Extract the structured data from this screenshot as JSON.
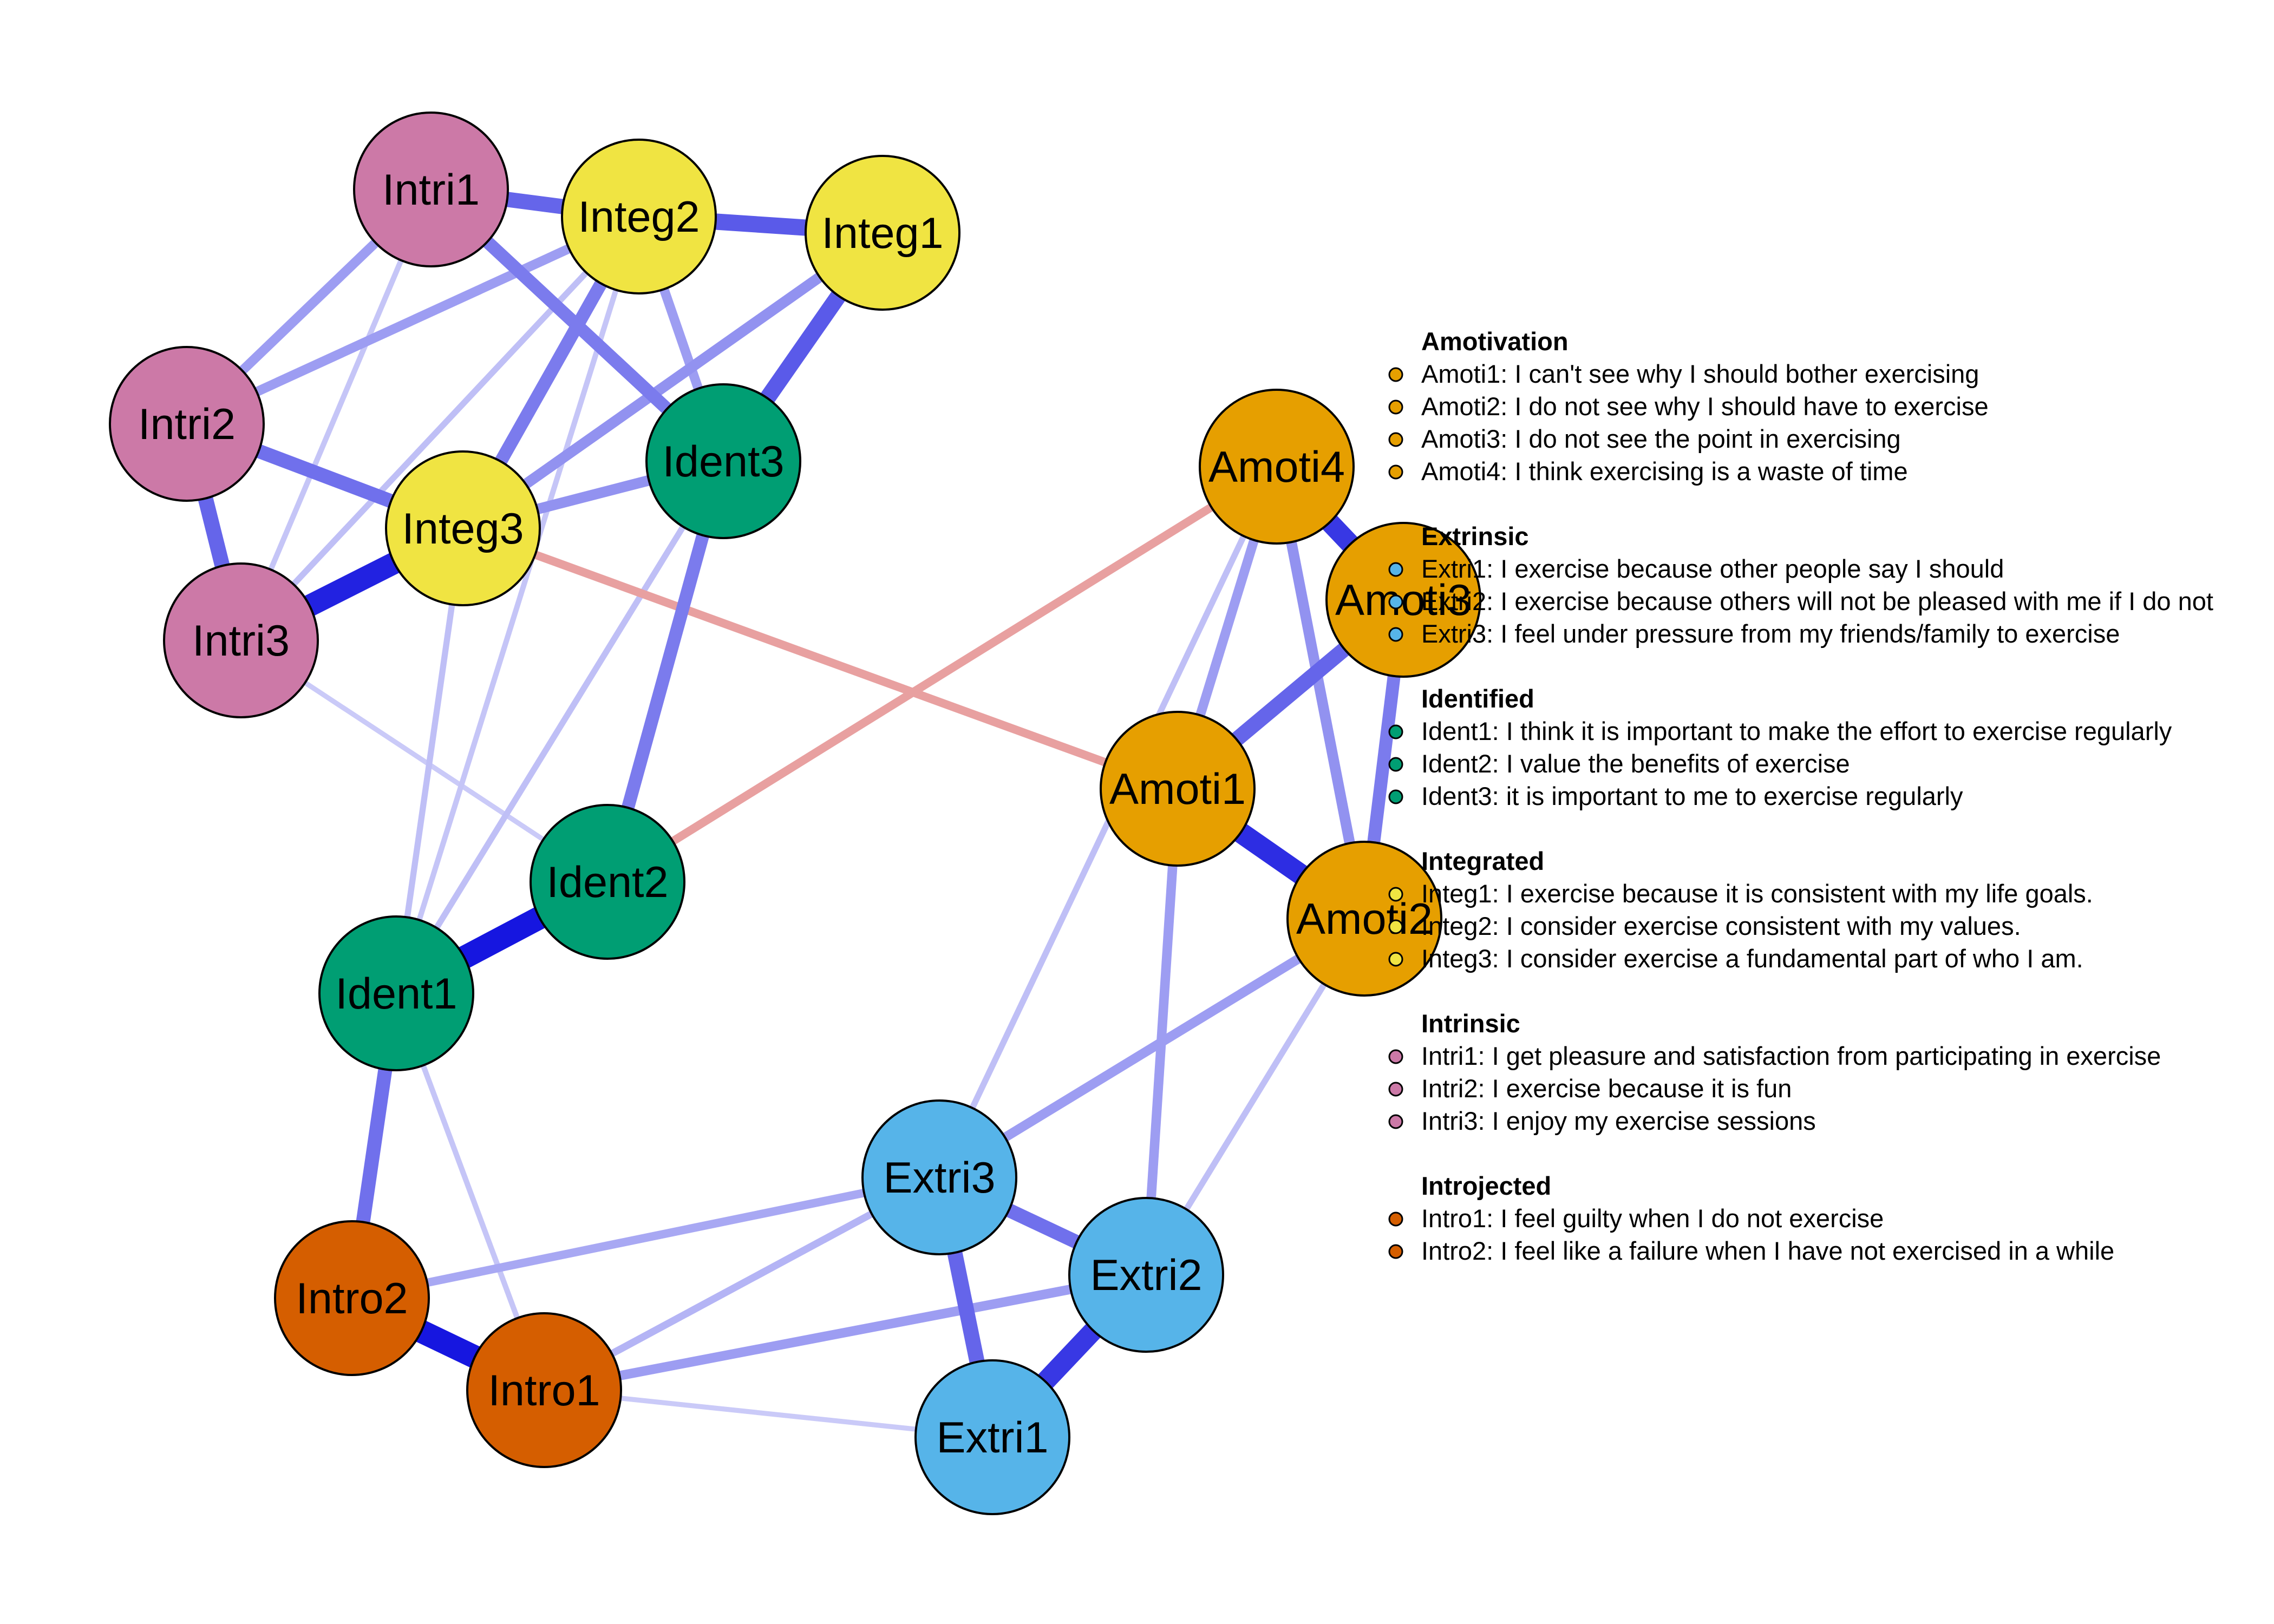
{
  "groups": [
    {
      "name": "Amotivation",
      "color": "#E69F00"
    },
    {
      "name": "Extrinsic",
      "color": "#56B4E9"
    },
    {
      "name": "Identified",
      "color": "#009E73"
    },
    {
      "name": "Integrated",
      "color": "#F0E442"
    },
    {
      "name": "Intrinsic",
      "color": "#CC79A7"
    },
    {
      "name": "Introjected",
      "color": "#D55E00"
    }
  ],
  "nodes": [
    {
      "id": "Amoti1",
      "group": "Amotivation"
    },
    {
      "id": "Amoti2",
      "group": "Amotivation"
    },
    {
      "id": "Amoti3",
      "group": "Amotivation"
    },
    {
      "id": "Amoti4",
      "group": "Amotivation"
    },
    {
      "id": "Extri1",
      "group": "Extrinsic"
    },
    {
      "id": "Extri2",
      "group": "Extrinsic"
    },
    {
      "id": "Extri3",
      "group": "Extrinsic"
    },
    {
      "id": "Ident1",
      "group": "Identified"
    },
    {
      "id": "Ident2",
      "group": "Identified"
    },
    {
      "id": "Ident3",
      "group": "Identified"
    },
    {
      "id": "Integ1",
      "group": "Integrated"
    },
    {
      "id": "Integ2",
      "group": "Integrated"
    },
    {
      "id": "Integ3",
      "group": "Integrated"
    },
    {
      "id": "Intri1",
      "group": "Intrinsic"
    },
    {
      "id": "Intri2",
      "group": "Intrinsic"
    },
    {
      "id": "Intri3",
      "group": "Intrinsic"
    },
    {
      "id": "Intro1",
      "group": "Introjected"
    },
    {
      "id": "Intro2",
      "group": "Introjected"
    }
  ],
  "edges": [
    {
      "from": "Intri1",
      "to": "Integ2",
      "weight": 0.55,
      "sign": "positive"
    },
    {
      "from": "Integ2",
      "to": "Integ1",
      "weight": 0.6,
      "sign": "positive"
    },
    {
      "from": "Intri1",
      "to": "Ident3",
      "weight": 0.45,
      "sign": "positive"
    },
    {
      "from": "Intri1",
      "to": "Intri2",
      "weight": 0.3,
      "sign": "positive"
    },
    {
      "from": "Intri1",
      "to": "Intri3",
      "weight": 0.12,
      "sign": "positive"
    },
    {
      "from": "Intri2",
      "to": "Integ2",
      "weight": 0.3,
      "sign": "positive"
    },
    {
      "from": "Intri2",
      "to": "Integ3",
      "weight": 0.5,
      "sign": "positive"
    },
    {
      "from": "Intri2",
      "to": "Intri3",
      "weight": 0.55,
      "sign": "positive"
    },
    {
      "from": "Intri3",
      "to": "Integ3",
      "weight": 0.85,
      "sign": "positive"
    },
    {
      "from": "Intri3",
      "to": "Integ2",
      "weight": 0.15,
      "sign": "positive"
    },
    {
      "from": "Intri3",
      "to": "Ident2",
      "weight": 0.1,
      "sign": "positive"
    },
    {
      "from": "Integ2",
      "to": "Integ3",
      "weight": 0.45,
      "sign": "positive"
    },
    {
      "from": "Integ2",
      "to": "Ident3",
      "weight": 0.3,
      "sign": "positive"
    },
    {
      "from": "Integ2",
      "to": "Ident1",
      "weight": 0.12,
      "sign": "positive"
    },
    {
      "from": "Integ1",
      "to": "Integ3",
      "weight": 0.35,
      "sign": "positive"
    },
    {
      "from": "Integ1",
      "to": "Ident3",
      "weight": 0.6,
      "sign": "positive"
    },
    {
      "from": "Integ3",
      "to": "Ident3",
      "weight": 0.35,
      "sign": "positive"
    },
    {
      "from": "Integ3",
      "to": "Ident1",
      "weight": 0.15,
      "sign": "positive"
    },
    {
      "from": "Integ3",
      "to": "Amoti1",
      "weight": 0.25,
      "sign": "negative"
    },
    {
      "from": "Ident3",
      "to": "Ident2",
      "weight": 0.45,
      "sign": "positive"
    },
    {
      "from": "Ident3",
      "to": "Ident1",
      "weight": 0.15,
      "sign": "positive"
    },
    {
      "from": "Ident2",
      "to": "Ident1",
      "weight": 0.9,
      "sign": "positive"
    },
    {
      "from": "Ident2",
      "to": "Amoti4",
      "weight": 0.25,
      "sign": "negative"
    },
    {
      "from": "Ident1",
      "to": "Intro2",
      "weight": 0.5,
      "sign": "positive"
    },
    {
      "from": "Ident1",
      "to": "Intro1",
      "weight": 0.12,
      "sign": "positive"
    },
    {
      "from": "Intro2",
      "to": "Intro1",
      "weight": 0.9,
      "sign": "positive"
    },
    {
      "from": "Intro2",
      "to": "Extri3",
      "weight": 0.25,
      "sign": "positive"
    },
    {
      "from": "Intro1",
      "to": "Extri3",
      "weight": 0.2,
      "sign": "positive"
    },
    {
      "from": "Intro1",
      "to": "Extri2",
      "weight": 0.3,
      "sign": "positive"
    },
    {
      "from": "Intro1",
      "to": "Extri1",
      "weight": 0.1,
      "sign": "positive"
    },
    {
      "from": "Extri3",
      "to": "Extri2",
      "weight": 0.5,
      "sign": "positive"
    },
    {
      "from": "Extri3",
      "to": "Extri1",
      "weight": 0.55,
      "sign": "positive"
    },
    {
      "from": "Extri2",
      "to": "Extri1",
      "weight": 0.75,
      "sign": "positive"
    },
    {
      "from": "Extri3",
      "to": "Amoti2",
      "weight": 0.3,
      "sign": "positive"
    },
    {
      "from": "Extri3",
      "to": "Amoti4",
      "weight": 0.15,
      "sign": "positive"
    },
    {
      "from": "Extri2",
      "to": "Amoti1",
      "weight": 0.3,
      "sign": "positive"
    },
    {
      "from": "Extri2",
      "to": "Amoti2",
      "weight": 0.15,
      "sign": "positive"
    },
    {
      "from": "Amoti4",
      "to": "Amoti3",
      "weight": 0.75,
      "sign": "positive"
    },
    {
      "from": "Amoti4",
      "to": "Amoti1",
      "weight": 0.3,
      "sign": "positive"
    },
    {
      "from": "Amoti4",
      "to": "Amoti2",
      "weight": 0.35,
      "sign": "positive"
    },
    {
      "from": "Amoti1",
      "to": "Amoti3",
      "weight": 0.55,
      "sign": "positive"
    },
    {
      "from": "Amoti1",
      "to": "Amoti2",
      "weight": 0.8,
      "sign": "positive"
    },
    {
      "from": "Amoti3",
      "to": "Amoti2",
      "weight": 0.45,
      "sign": "positive"
    }
  ],
  "legend": [
    {
      "title": "Amotivation",
      "group": "Amotivation",
      "items": [
        "Amoti1: I can't see why I should bother exercising",
        "Amoti2: I do not see why I should have to exercise",
        "Amoti3:  I do not see the point in exercising",
        "Amoti4:  I think exercising is a waste of time"
      ]
    },
    {
      "title": "Extrinsic",
      "group": "Extrinsic",
      "items": [
        "Extri1:  I exercise because other people say I should",
        "Extri2:  I exercise because others will not be pleased with me if I do not",
        "Extri3:  I feel under pressure from my friends/family to exercise"
      ]
    },
    {
      "title": "Identified",
      "group": "Identified",
      "items": [
        "Ident1:  I think it is important to make the effort to exercise regularly",
        "Ident2:  I value the benefits of exercise",
        "Ident3:  it is important to me to exercise regularly"
      ]
    },
    {
      "title": "Integrated",
      "group": "Integrated",
      "items": [
        "Integ1:  I exercise because it is consistent with my life goals.",
        "Integ2:  I consider exercise consistent with my values.",
        "Integ3:  I consider exercise a fundamental part of who I am."
      ]
    },
    {
      "title": "Intrinsic",
      "group": "Intrinsic",
      "items": [
        "Intri1:  I get pleasure and satisfaction from participating in exercise",
        "Intri2:  I exercise because it is fun",
        "Intri3:  I enjoy my exercise sessions"
      ]
    },
    {
      "title": "Introjected",
      "group": "Introjected",
      "items": [
        "Intro1:  I feel guilty when I do not exercise",
        "Intro2:  I feel like a failure when I have not exercised in a while"
      ]
    }
  ],
  "colors": {
    "positive_edge": "#0000DD",
    "negative_edge": "#E8A0A0",
    "node_border": "#000000"
  }
}
